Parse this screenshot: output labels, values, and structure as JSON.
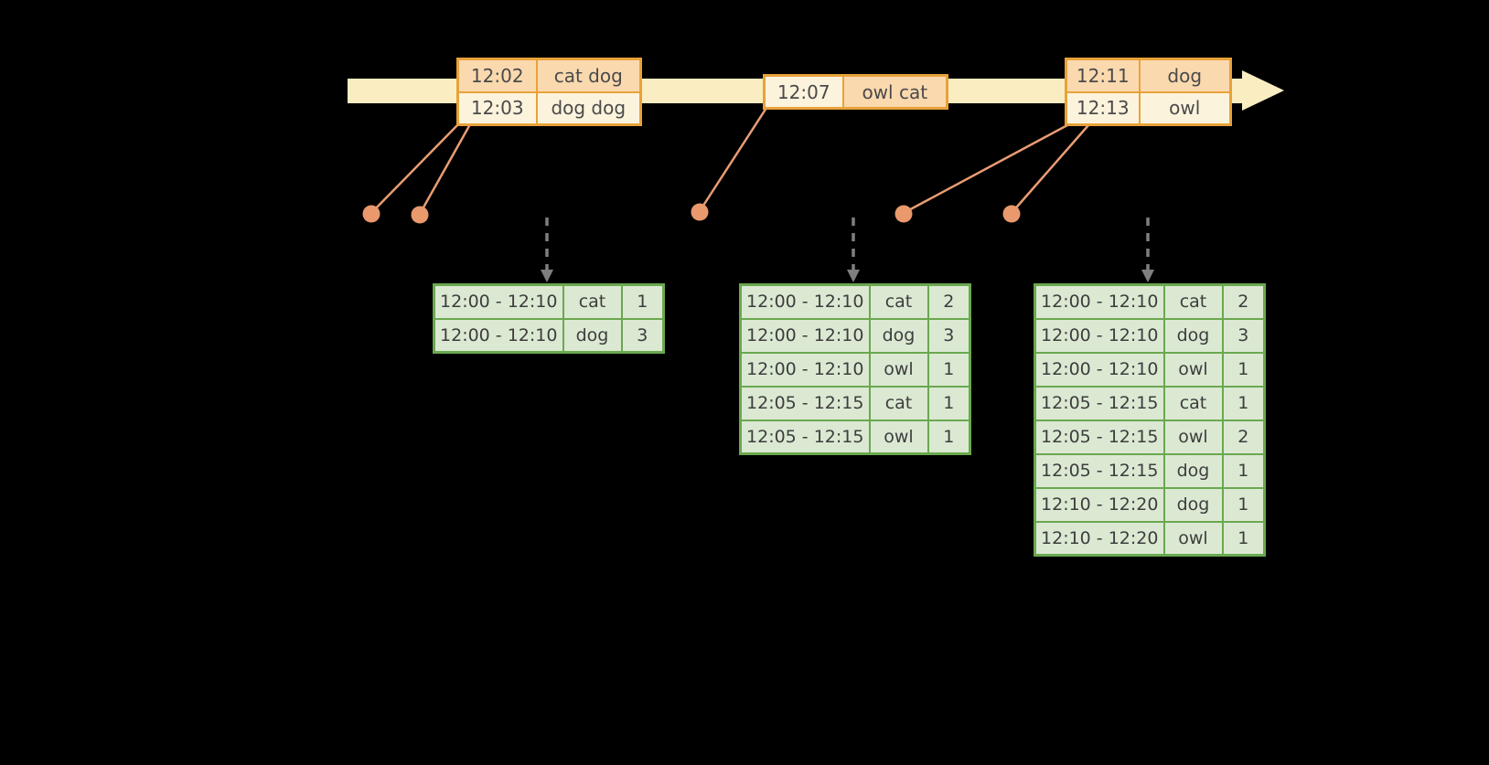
{
  "event_groups": [
    {
      "rows": [
        {
          "time": "12:02",
          "words": "cat dog"
        },
        {
          "time": "12:03",
          "words": "dog dog"
        }
      ]
    },
    {
      "rows": [
        {
          "time": "12:07",
          "words": "owl cat"
        }
      ]
    },
    {
      "rows": [
        {
          "time": "12:11",
          "words": "dog"
        },
        {
          "time": "12:13",
          "words": "owl"
        }
      ]
    }
  ],
  "result_tables": [
    {
      "rows": [
        {
          "window": "12:00 - 12:10",
          "word": "cat",
          "count": 1
        },
        {
          "window": "12:00 - 12:10",
          "word": "dog",
          "count": 3
        }
      ]
    },
    {
      "rows": [
        {
          "window": "12:00 - 12:10",
          "word": "cat",
          "count": 2
        },
        {
          "window": "12:00 - 12:10",
          "word": "dog",
          "count": 3
        },
        {
          "window": "12:00 - 12:10",
          "word": "owl",
          "count": 1
        },
        {
          "window": "12:05 - 12:15",
          "word": "cat",
          "count": 1
        },
        {
          "window": "12:05 - 12:15",
          "word": "owl",
          "count": 1
        }
      ]
    },
    {
      "rows": [
        {
          "window": "12:00 - 12:10",
          "word": "cat",
          "count": 2
        },
        {
          "window": "12:00 - 12:10",
          "word": "dog",
          "count": 3
        },
        {
          "window": "12:00 - 12:10",
          "word": "owl",
          "count": 1
        },
        {
          "window": "12:05 - 12:15",
          "word": "cat",
          "count": 1
        },
        {
          "window": "12:05 - 12:15",
          "word": "owl",
          "count": 2
        },
        {
          "window": "12:05 - 12:15",
          "word": "dog",
          "count": 1
        },
        {
          "window": "12:10 - 12:20",
          "word": "dog",
          "count": 1
        },
        {
          "window": "12:10 - 12:20",
          "word": "owl",
          "count": 1
        }
      ]
    }
  ],
  "colors": {
    "background": "#000000",
    "timeline_fill": "#FAEDC2",
    "event_table_border": "#E8A239",
    "event_cell_peach": "#FAD9AF",
    "event_cell_cream": "#FCF3DC",
    "connector_line": "#E99D73",
    "connector_dot": "#E9996C",
    "trigger_arrow": "#7F7F7F",
    "result_table_border": "#6AA84F",
    "result_cell_fill": "#DBE9D3",
    "table_text": "#434343"
  }
}
